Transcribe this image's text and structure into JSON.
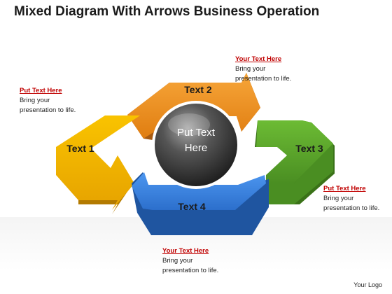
{
  "title": "Mixed Diagram With Arrows Business Operation",
  "colors": {
    "orange": "#f29020",
    "yellow": "#f5b400",
    "green": "#5da52c",
    "blue": "#3d86e6",
    "sphere": "#3b3b3b",
    "callout_head": "#c00000"
  },
  "arrows": [
    {
      "label": "Text 1",
      "color": "yellow"
    },
    {
      "label": "Text 2",
      "color": "orange"
    },
    {
      "label": "Text 3",
      "color": "green"
    },
    {
      "label": "Text 4",
      "color": "blue"
    }
  ],
  "center": {
    "line1": "Put Text",
    "line2": "Here"
  },
  "callouts": {
    "top_left": {
      "head": "Put Text Here",
      "body1": "Bring your",
      "body2": "presentation to life."
    },
    "top_right": {
      "head": "Your Text Here",
      "body1": "Bring your",
      "body2": "presentation to life."
    },
    "right": {
      "head": "Put Text Here",
      "body1": "Bring your",
      "body2": "presentation to life."
    },
    "bottom": {
      "head": "Your Text Here",
      "body1": "Bring your",
      "body2": "presentation to life."
    }
  },
  "logo": "Your Logo"
}
